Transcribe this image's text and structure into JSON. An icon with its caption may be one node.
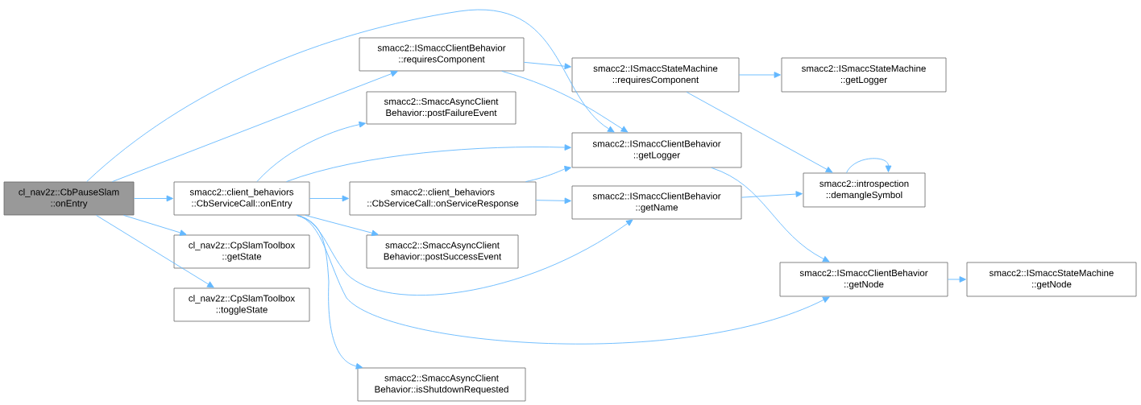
{
  "diagram": {
    "nodes": [
      {
        "text": [
          "cl_nav2z::CbPauseSlam ::onEntry"
        ]
      },
      {
        "text": [
          "smacc2::ISmaccClientBehavior ::requiresComponent"
        ]
      },
      {
        "text": [
          "smacc2::SmaccAsyncClient Behavior::postFailureEvent"
        ]
      },
      {
        "text": [
          "smacc2::client_behaviors ::CbServiceCall::onEntry"
        ]
      },
      {
        "text": [
          "cl_nav2z::CpSlamToolbox ::getState"
        ]
      },
      {
        "text": [
          "cl_nav2z::CpSlamToolbox ::toggleState"
        ]
      },
      {
        "text": [
          "smacc2::ISmaccStateMachine ::requiresComponent"
        ]
      },
      {
        "text": [
          "smacc2::ISmaccClientBehavior ::getLogger"
        ]
      },
      {
        "text": [
          "smacc2::client_behaviors ::CbServiceCall::onServiceResponse"
        ]
      },
      {
        "text": [
          "smacc2::SmaccAsyncClient Behavior::postSuccessEvent"
        ]
      },
      {
        "text": [
          "smacc2::ISmaccClientBehavior ::getName"
        ]
      },
      {
        "text": [
          "smacc2::SmaccAsyncClient Behavior::isShutdownRequested"
        ]
      },
      {
        "text": [
          "smacc2::ISmaccStateMachine ::getLogger"
        ]
      },
      {
        "text": [
          "smacc2::introspection ::demangleSymbol"
        ]
      },
      {
        "text": [
          "smacc2::ISmaccClientBehavior ::getNode"
        ]
      },
      {
        "text": [
          "smacc2::ISmaccStateMachine ::getNode"
        ]
      }
    ],
    "edges": [
      {
        "from": 0,
        "to": 1,
        "arrow": "to"
      },
      {
        "from": 0,
        "to": 7,
        "arrow": "to"
      },
      {
        "from": 0,
        "to": 3,
        "arrow": "to"
      },
      {
        "from": 0,
        "to": 4,
        "arrow": "to"
      },
      {
        "from": 0,
        "to": 5,
        "arrow": "to"
      },
      {
        "from": 1,
        "to": 6,
        "arrow": "to"
      },
      {
        "from": 1,
        "to": 7,
        "arrow": "to"
      },
      {
        "from": 3,
        "to": 2,
        "arrow": "to"
      },
      {
        "from": 3,
        "to": 7,
        "arrow": "to"
      },
      {
        "from": 3,
        "to": 8,
        "arrow": "to"
      },
      {
        "from": 3,
        "to": 9,
        "arrow": "to"
      },
      {
        "from": 3,
        "to": 10,
        "arrow": "to"
      },
      {
        "from": 3,
        "to": 14,
        "arrow": "to"
      },
      {
        "from": 3,
        "to": 11,
        "arrow": "to"
      },
      {
        "from": 6,
        "to": 12,
        "arrow": "to"
      },
      {
        "from": 6,
        "to": 13,
        "arrow": "to"
      },
      {
        "from": 7,
        "to": 14,
        "arrow": "to"
      },
      {
        "from": 8,
        "to": 7,
        "arrow": "to"
      },
      {
        "from": 8,
        "to": 10,
        "arrow": "to"
      },
      {
        "from": 10,
        "to": 13,
        "arrow": "to"
      },
      {
        "from": 13,
        "to": 13,
        "arrow": "to"
      },
      {
        "from": 14,
        "to": 15,
        "arrow": "to"
      }
    ]
  }
}
